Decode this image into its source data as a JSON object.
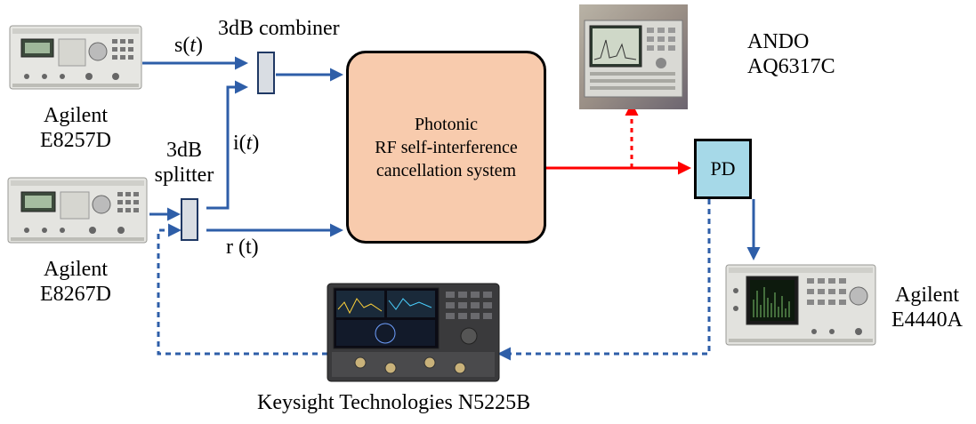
{
  "labels": {
    "combiner": "3dB combiner",
    "splitter_line1": "3dB",
    "splitter_line2": "splitter",
    "signal_s_prefix": "s(",
    "signal_s_var": "t",
    "signal_s_suffix": ")",
    "signal_i_prefix": "i(",
    "signal_i_var": "t",
    "signal_i_suffix": ")",
    "signal_r": "r (t)"
  },
  "instruments": {
    "sg1": {
      "brand": "Agilent",
      "model": "E8257D"
    },
    "sg2": {
      "brand": "Agilent",
      "model": "E8267D"
    },
    "osa": {
      "brand": "ANDO",
      "model": "AQ6317C"
    },
    "esa": {
      "brand": "Agilent",
      "model": "E4440A"
    },
    "vna": {
      "name": "Keysight Technologies N5225B"
    }
  },
  "system_box": {
    "line1": "Photonic",
    "line2": "RF self-interference",
    "line3": "cancellation system"
  },
  "pd_label": "PD",
  "colors": {
    "blue_wire": "#2e5ea8",
    "red_wire": "#ff0000",
    "system_fill": "#f8cbad",
    "pd_fill": "#a6d9e8"
  }
}
